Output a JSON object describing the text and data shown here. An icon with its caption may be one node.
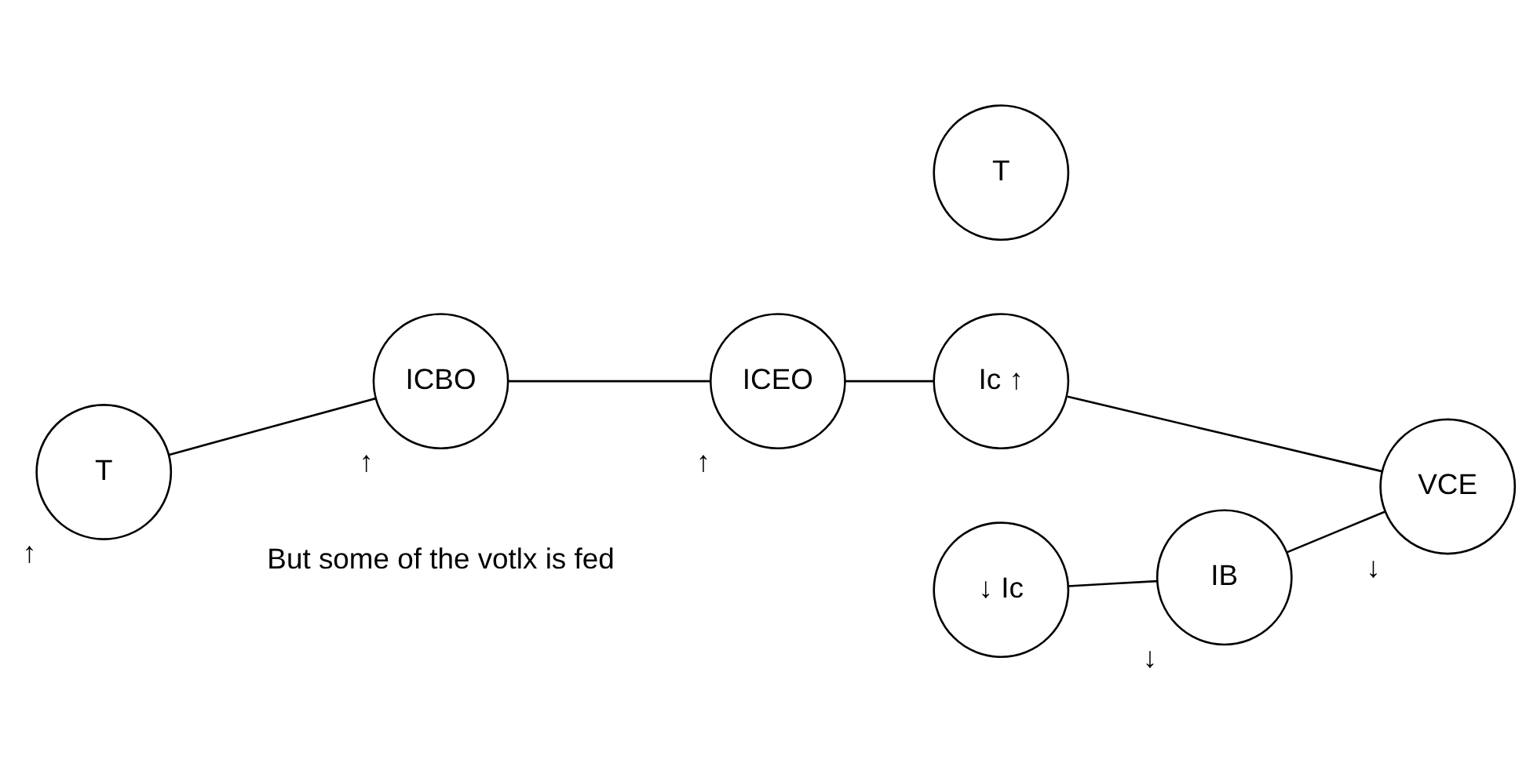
{
  "diagram": {
    "nodes": [
      {
        "text": [
          "T"
        ],
        "beside": [
          "↑"
        ]
      },
      {
        "text": [
          "ICBO"
        ],
        "beside": [
          "↑"
        ]
      },
      {
        "text": [
          "ICEO"
        ],
        "beside": [
          "↑"
        ]
      },
      {
        "text": [
          "Ic ↑"
        ]
      },
      {
        "text": [
          "T"
        ]
      },
      {
        "text": [
          "↓ Ic"
        ]
      },
      {
        "text": [
          "IB"
        ],
        "beside": [
          "↓"
        ]
      },
      {
        "text": [
          "VCE"
        ],
        "beside": [
          "↓"
        ]
      }
    ],
    "edges": [
      {
        "from": 0,
        "to": 1,
        "arrow": "none"
      },
      {
        "from": 1,
        "to": 2,
        "arrow": "none"
      },
      {
        "from": 2,
        "to": 3,
        "arrow": "none"
      },
      {
        "from": 5,
        "to": 6,
        "arrow": "none"
      },
      {
        "from": 6,
        "to": 7,
        "arrow": "none"
      },
      {
        "from": 7,
        "to": 3,
        "arrow": "none"
      }
    ],
    "labels": [
      "But some of the votlx is fed"
    ]
  }
}
